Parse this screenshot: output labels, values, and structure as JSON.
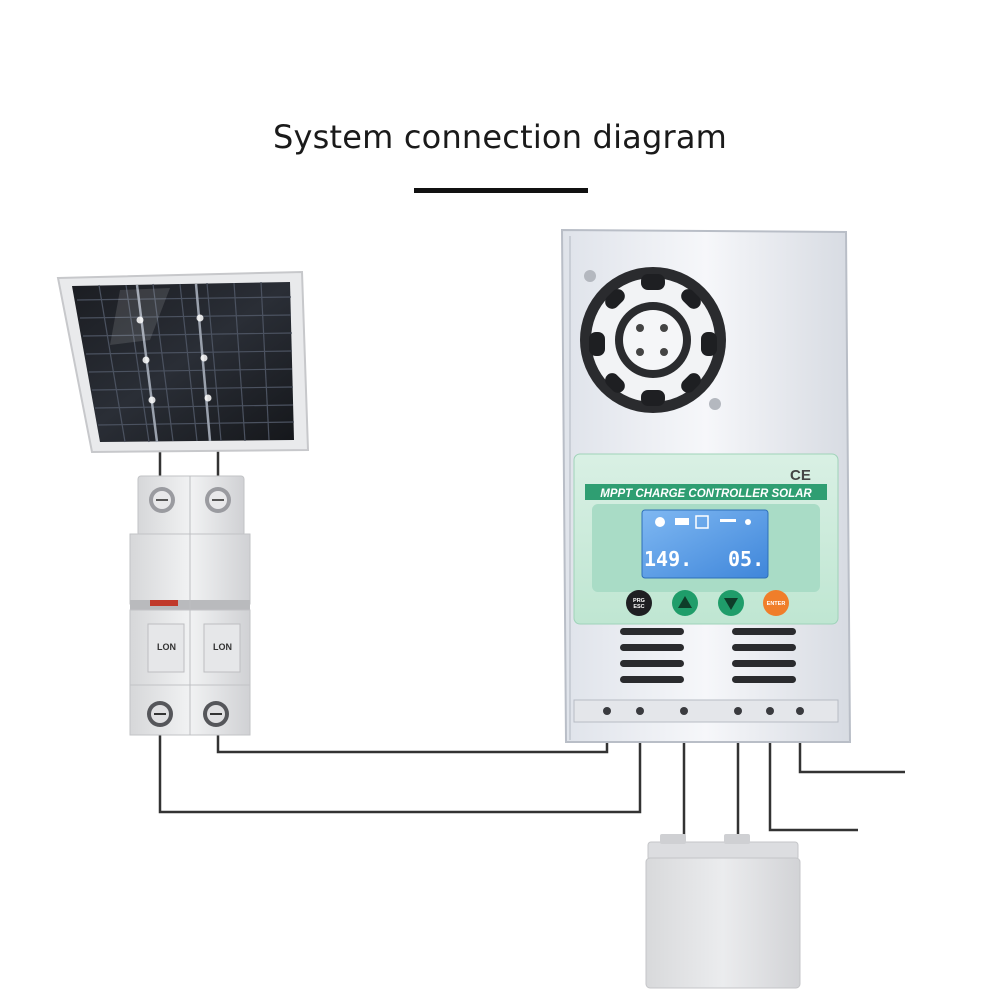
{
  "title": "System connection diagram",
  "breaker": {
    "label_left": "LON",
    "label_right": "LON"
  },
  "controller": {
    "ce_mark": "CE",
    "panel_label": "MPPT CHARGE CONTROLLER SOLAR",
    "lcd_left": "149.",
    "lcd_right": "05.",
    "buttons": {
      "prg_esc": "PRG ESC",
      "up": "▲",
      "down": "▼",
      "enter": "ENTER"
    }
  }
}
